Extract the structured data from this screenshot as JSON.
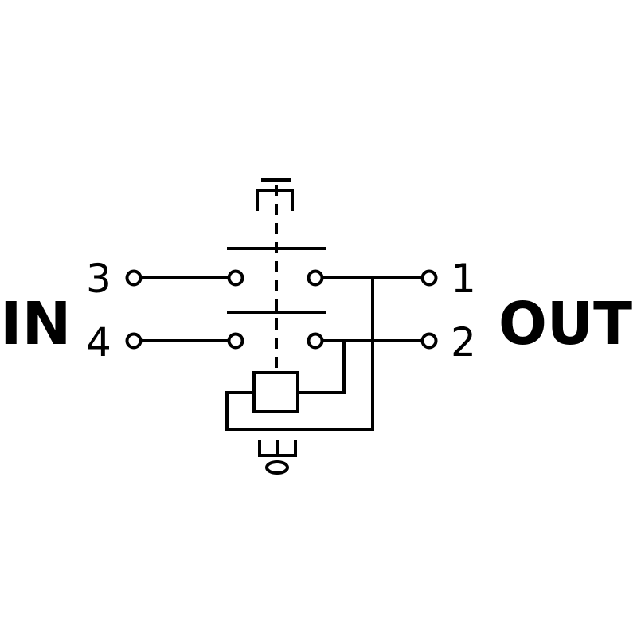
{
  "diagram": {
    "input_label": "IN",
    "output_label": "OUT",
    "terminals": {
      "t3": "3",
      "t4": "4",
      "t1": "1",
      "t2": "2"
    },
    "stroke_color": "#000000",
    "background": "#ffffff"
  }
}
